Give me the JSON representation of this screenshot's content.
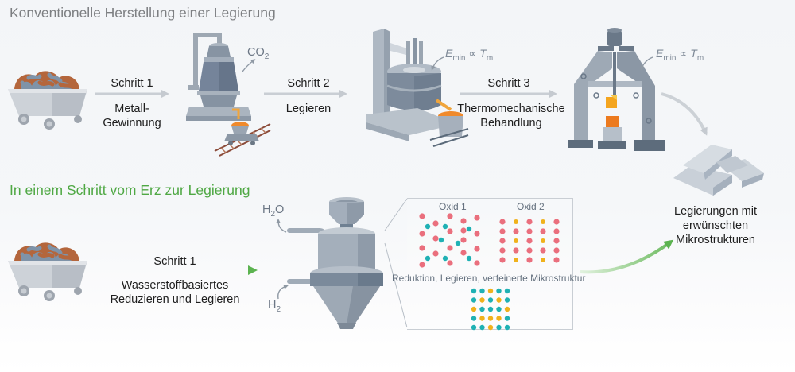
{
  "titles": {
    "conventional": "Konventionelle Herstellung einer Legierung",
    "one_step": "In einem Schritt vom Erz zur Legierung"
  },
  "conventional_steps": [
    {
      "step": "Schritt 1",
      "lines": [
        "Metall-",
        "Gewinnung"
      ]
    },
    {
      "step": "Schritt 2",
      "lines": [
        "Legieren"
      ]
    },
    {
      "step": "Schritt 3",
      "lines": [
        "Thermomechanische",
        "Behandlung"
      ]
    }
  ],
  "annotations": {
    "co2": {
      "base": "CO",
      "sub": "2"
    },
    "energy_1": {
      "E": "E",
      "E_sub": "min",
      "prop": " ∝ ",
      "T": "T",
      "T_sub": "m"
    },
    "energy_2": {
      "E": "E",
      "E_sub": "min",
      "prop": " ∝ ",
      "T": "T",
      "T_sub": "m"
    },
    "h2o": {
      "pre": "H",
      "sub": "2",
      "post": "O"
    },
    "h2": {
      "pre": "H",
      "sub": "2"
    }
  },
  "one_step": {
    "step": "Schritt 1",
    "lines": [
      "Wasserstoffbasiertes",
      "Reduzieren und Legieren"
    ]
  },
  "microstructure": {
    "oxide1_label": "Oxid 1",
    "oxide2_label": "Oxid 2",
    "caption": "Reduktion, Legieren, verfeinerte Mikrostruktur"
  },
  "result": {
    "lines": [
      "Legierungen mit",
      "erwünschten",
      "Mikrostrukturen"
    ]
  },
  "icons": {
    "ore_cart": "ore-mine-cart",
    "blast_furnace": "blast-furnace",
    "alloying_furnace": "electric-arc-furnace",
    "forging_press": "forging-press",
    "ingots": "metal-ingots",
    "hydrogen_reactor": "hydrogen-reduction-reactor"
  },
  "colors": {
    "atom_pink": "#ea6f7d",
    "atom_teal": "#1fb1b4",
    "atom_yellow": "#f0b21c",
    "green_accent": "#4fa844",
    "gray_arrow": "#c9ced4",
    "ore_rust": "#b4663c",
    "ore_blue": "#7f93a8",
    "molten": "#f08a2c"
  }
}
